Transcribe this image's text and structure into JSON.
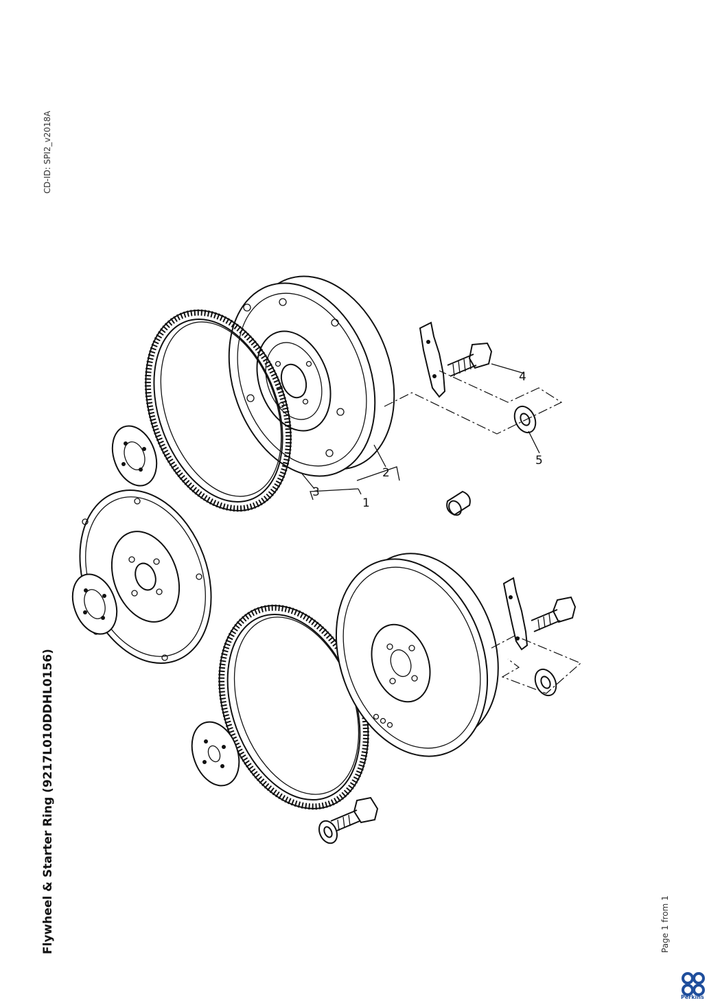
{
  "header": {
    "cd_id": "CD-ID: SPI2_v2018A"
  },
  "title": "Flywheel & Starter Ring (9217L010DDHL0156)",
  "footer": {
    "page": "Page 1 from 1"
  },
  "logo": {
    "text": "Perkins",
    "icon": "perkins-logo-icon",
    "color": "#1f4e9c"
  },
  "callouts": {
    "c1": "1",
    "c2": "2",
    "c3": "3",
    "c4": "4",
    "c5": "5"
  }
}
